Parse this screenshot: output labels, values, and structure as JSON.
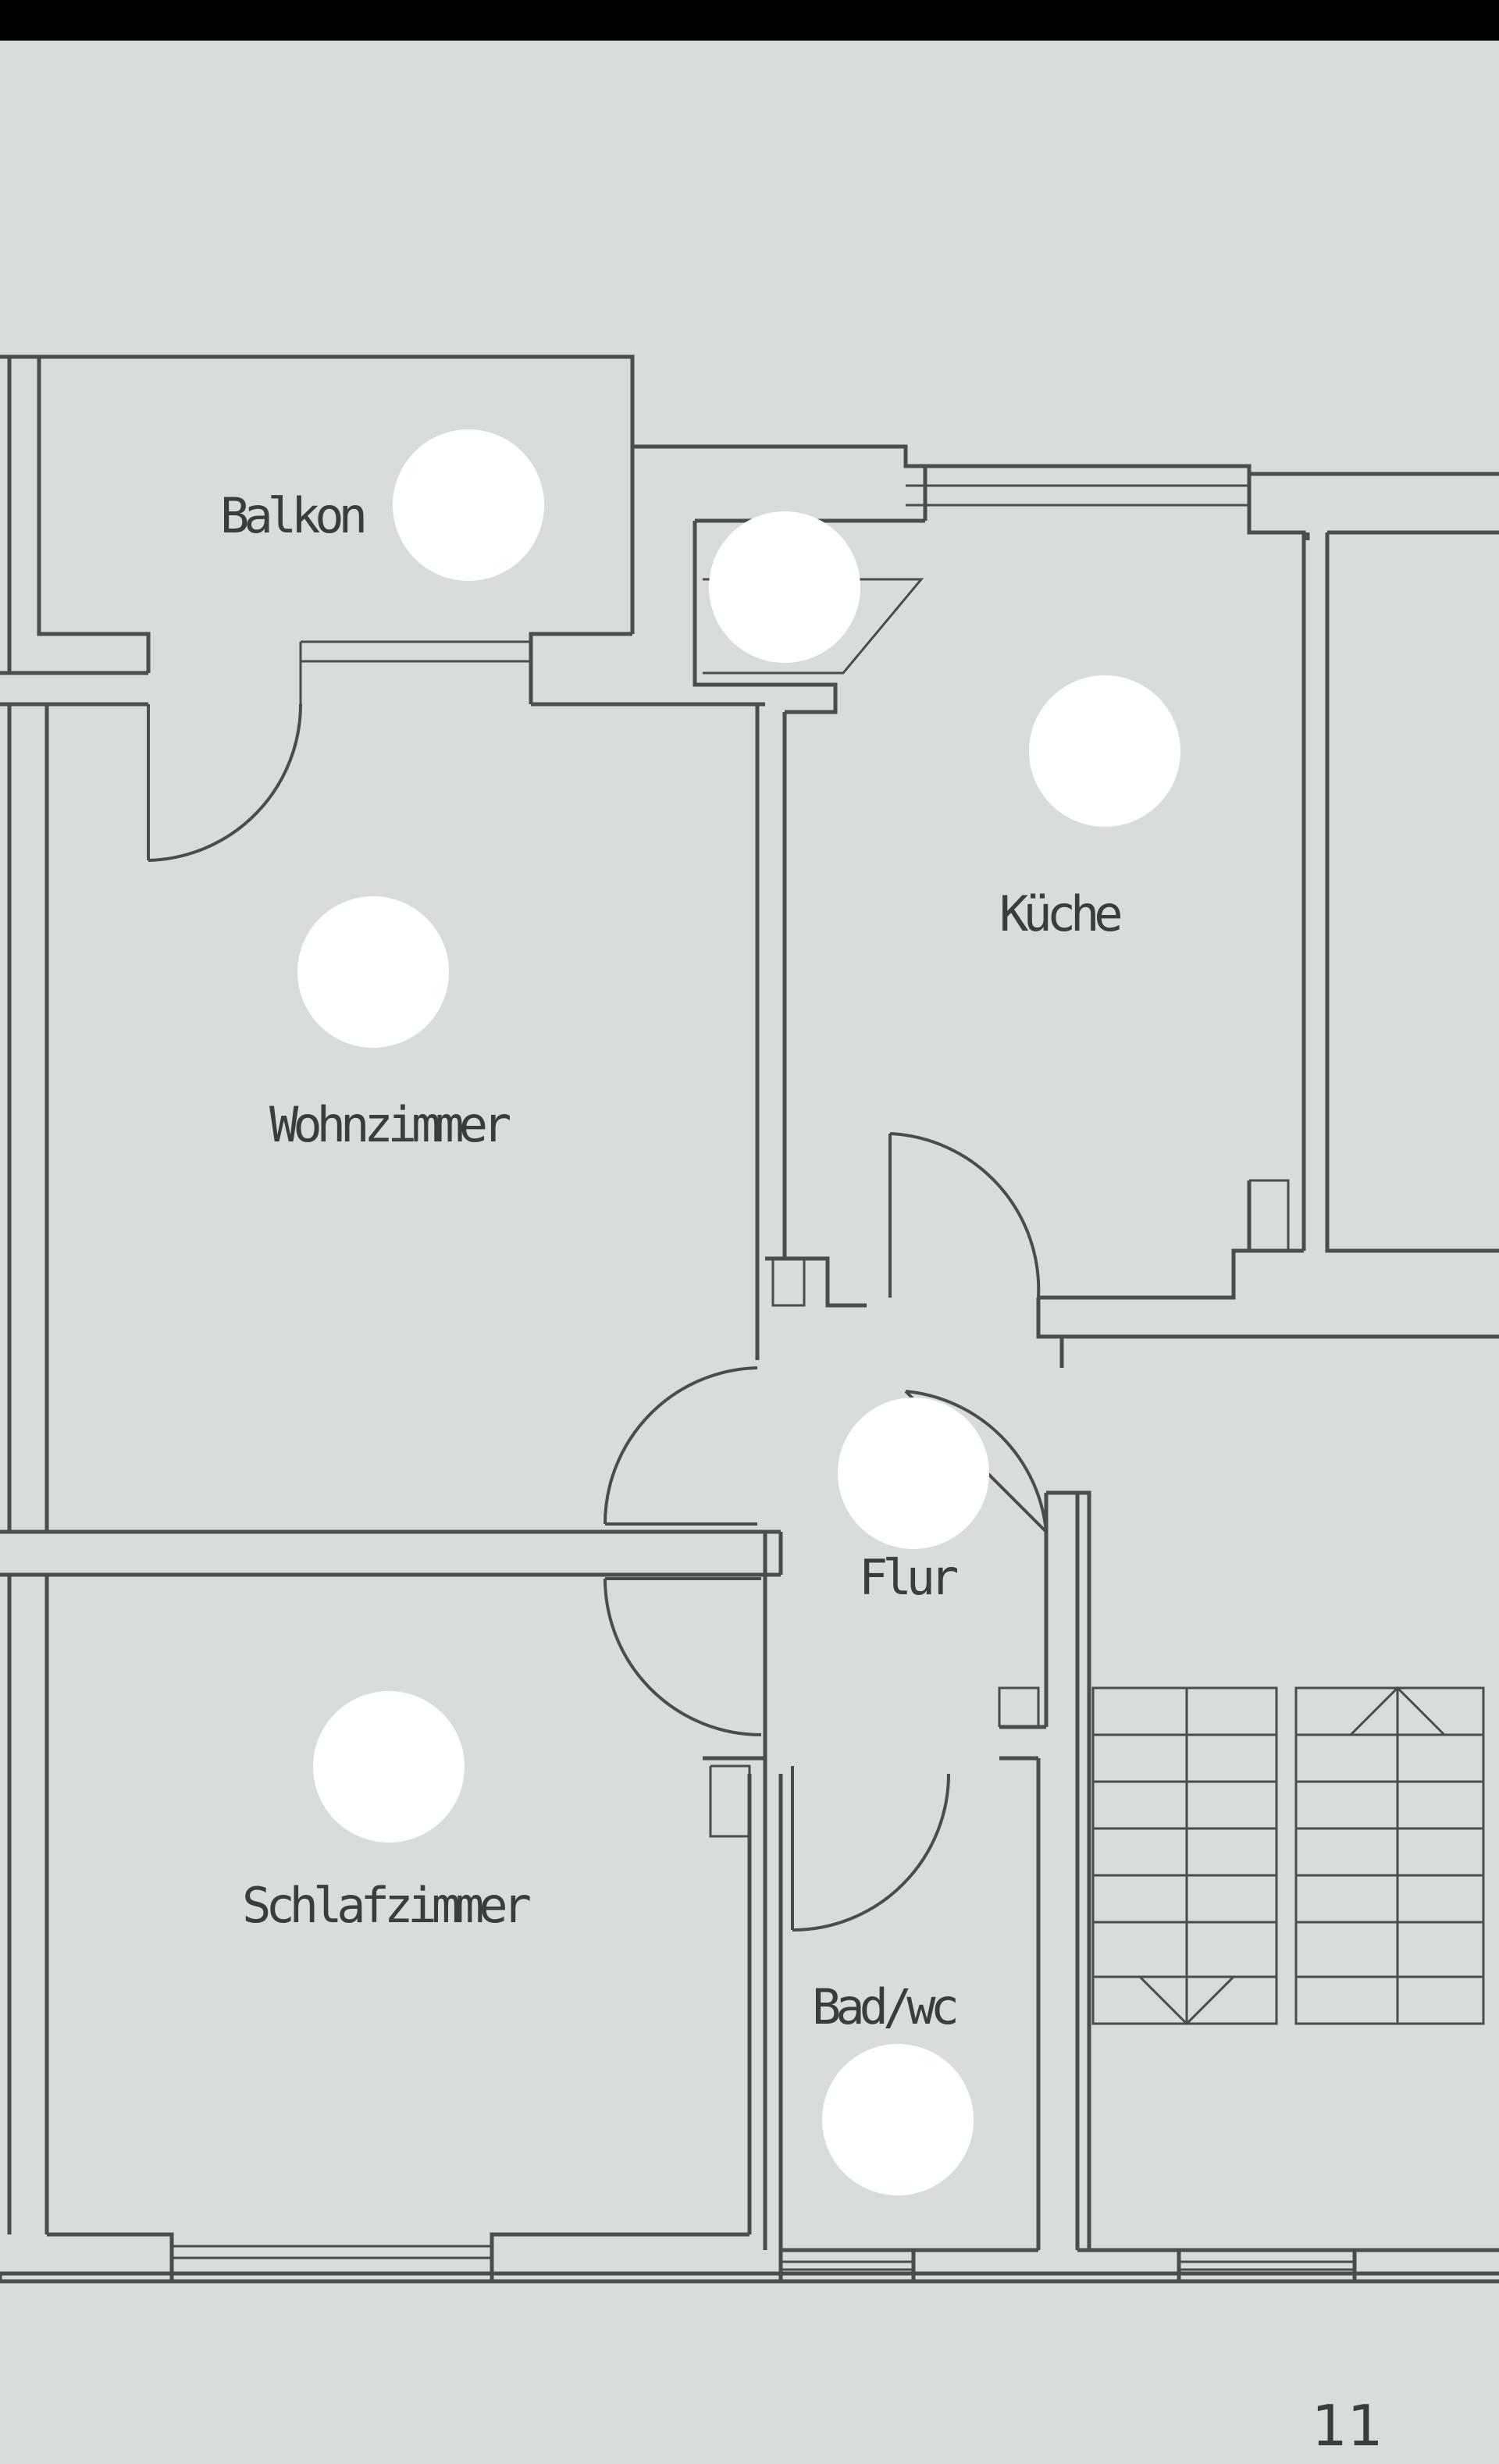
{
  "rooms": {
    "balkon": "Balkon",
    "kueche": "Küche",
    "wohnzimmer": "Wohnzimmer",
    "flur": "Flur",
    "schlafzimmer": "Schlafzimmer",
    "bad": "Bad/wc"
  },
  "page_number": "11",
  "colors": {
    "paper": "#d8dcdd",
    "lines": "#4a4d4e",
    "mask_dots": "#ffffff"
  }
}
